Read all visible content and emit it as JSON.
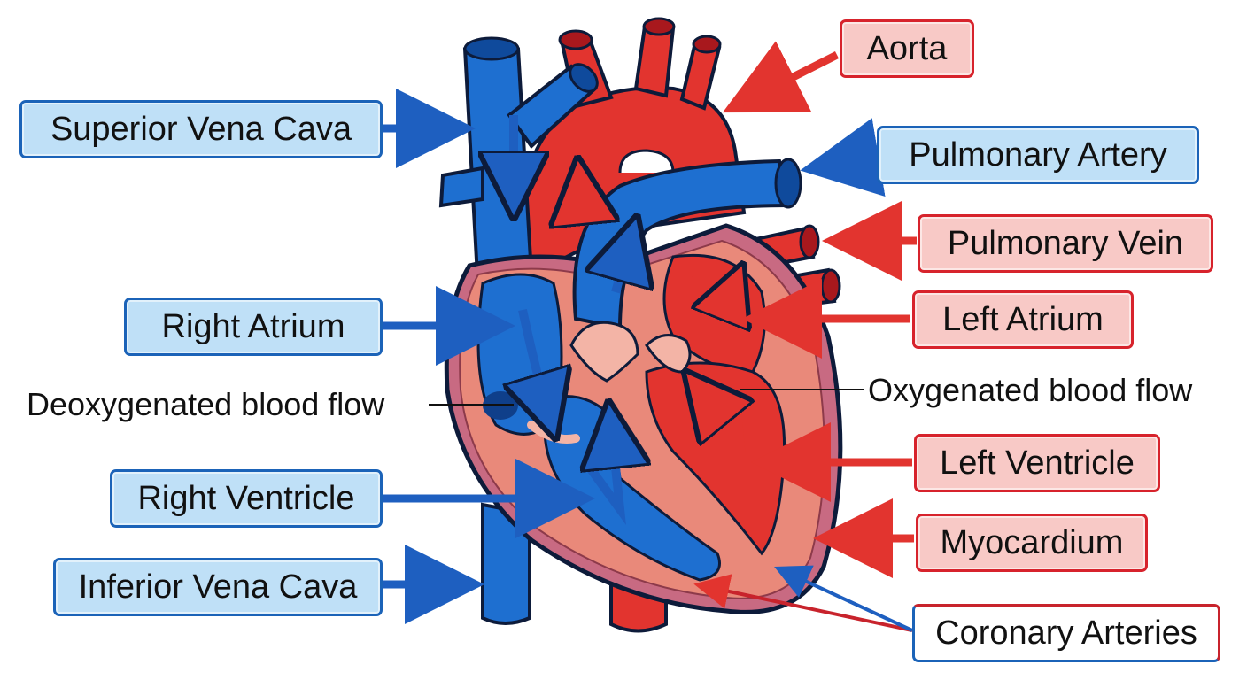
{
  "labels": {
    "aorta": "Aorta",
    "superior_vena_cava": "Superior Vena Cava",
    "pulmonary_artery": "Pulmonary Artery",
    "pulmonary_vein": "Pulmonary Vein",
    "right_atrium": "Right Atrium",
    "left_atrium": "Left Atrium",
    "deoxygenated": "Deoxygenated blood flow",
    "oxygenated": "Oxygenated blood flow",
    "left_ventricle": "Left Ventricle",
    "right_ventricle": "Right Ventricle",
    "myocardium": "Myocardium",
    "inferior_vena_cava": "Inferior Vena Cava",
    "coronary_arteries": "Coronary Arteries"
  },
  "colors": {
    "deoxygenated": "#1e6fd0",
    "oxygenated": "#e2342f",
    "myocardium": "#e9897a",
    "outline": "#0d1b3a"
  }
}
